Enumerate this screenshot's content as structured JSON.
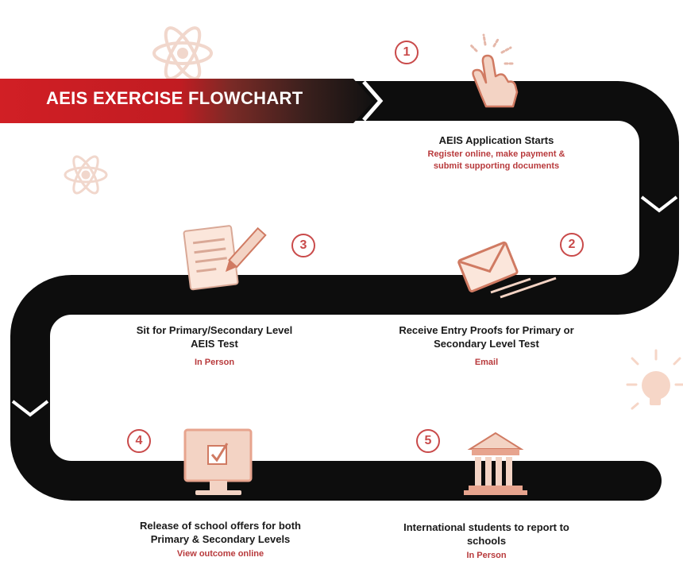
{
  "banner": {
    "title": "AEIS EXERCISE FLOWCHART"
  },
  "steps": [
    {
      "number": "1",
      "title": "AEIS Application Starts",
      "detail": "Register online, make payment & submit supporting documents",
      "icon": "pointing-hand-icon"
    },
    {
      "number": "2",
      "title": "Receive Entry Proofs for Primary or Secondary Level Test",
      "detail": "Email",
      "icon": "envelope-icon"
    },
    {
      "number": "3",
      "title": "Sit for Primary/Secondary Level AEIS Test",
      "detail": "In Person",
      "icon": "paper-pencil-icon"
    },
    {
      "number": "4",
      "title": "Release of school offers for both Primary & Secondary Levels",
      "detail": "View outcome online",
      "icon": "monitor-checkbox-icon"
    },
    {
      "number": "5",
      "title": "International students to report to schools",
      "detail": "In Person",
      "icon": "school-building-icon"
    }
  ],
  "decorations": [
    "atom-icon",
    "atom-icon",
    "lightbulb-icon"
  ],
  "colors": {
    "road": "#0d0d0d",
    "accent": "#c94a4a",
    "icon_fill": "#f3d3c4",
    "icon_stroke": "#d07a62",
    "banner_red": "#d11f25",
    "banner_dark": "#2a1a18"
  }
}
